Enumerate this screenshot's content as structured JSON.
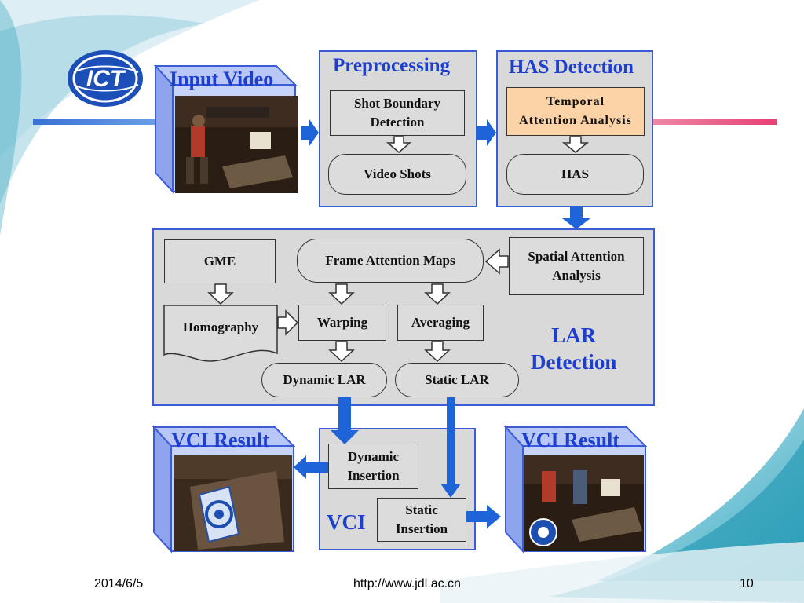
{
  "sections": {
    "input_video": "Input Video",
    "preprocessing": "Preprocessing",
    "has_detection": "HAS Detection",
    "lar_detection_line1": "LAR",
    "lar_detection_line2": "Detection",
    "vci": "VCI",
    "vci_result_left": "VCI Result",
    "vci_result_right": "VCI Result"
  },
  "nodes": {
    "shot_boundary_1": "Shot Boundary",
    "shot_boundary_2": "Detection",
    "video_shots": "Video Shots",
    "temporal_1": "Temporal",
    "temporal_2": "Attention Analysis",
    "has": "HAS",
    "spatial_1": "Spatial Attention",
    "spatial_2": "Analysis",
    "frame_attention_maps": "Frame Attention Maps",
    "gme": "GME",
    "homography": "Homography",
    "warping": "Warping",
    "averaging": "Averaging",
    "dynamic_lar": "Dynamic LAR",
    "static_lar": "Static LAR",
    "dynamic_insertion_1": "Dynamic",
    "dynamic_insertion_2": "Insertion",
    "static_insertion_1": "Static",
    "static_insertion_2": "Insertion"
  },
  "logo": {
    "text": "ICT"
  },
  "footer": {
    "date": "2014/6/5",
    "url": "http://www.jdl.ac.cn",
    "page": "10"
  },
  "colors": {
    "panel_border": "#3b5cd6",
    "title_blue": "#1d3fd0",
    "arrow_blue": "#1f63d8",
    "highlight_box": "#fbd3a6",
    "accent_pink": "#e83f73"
  }
}
